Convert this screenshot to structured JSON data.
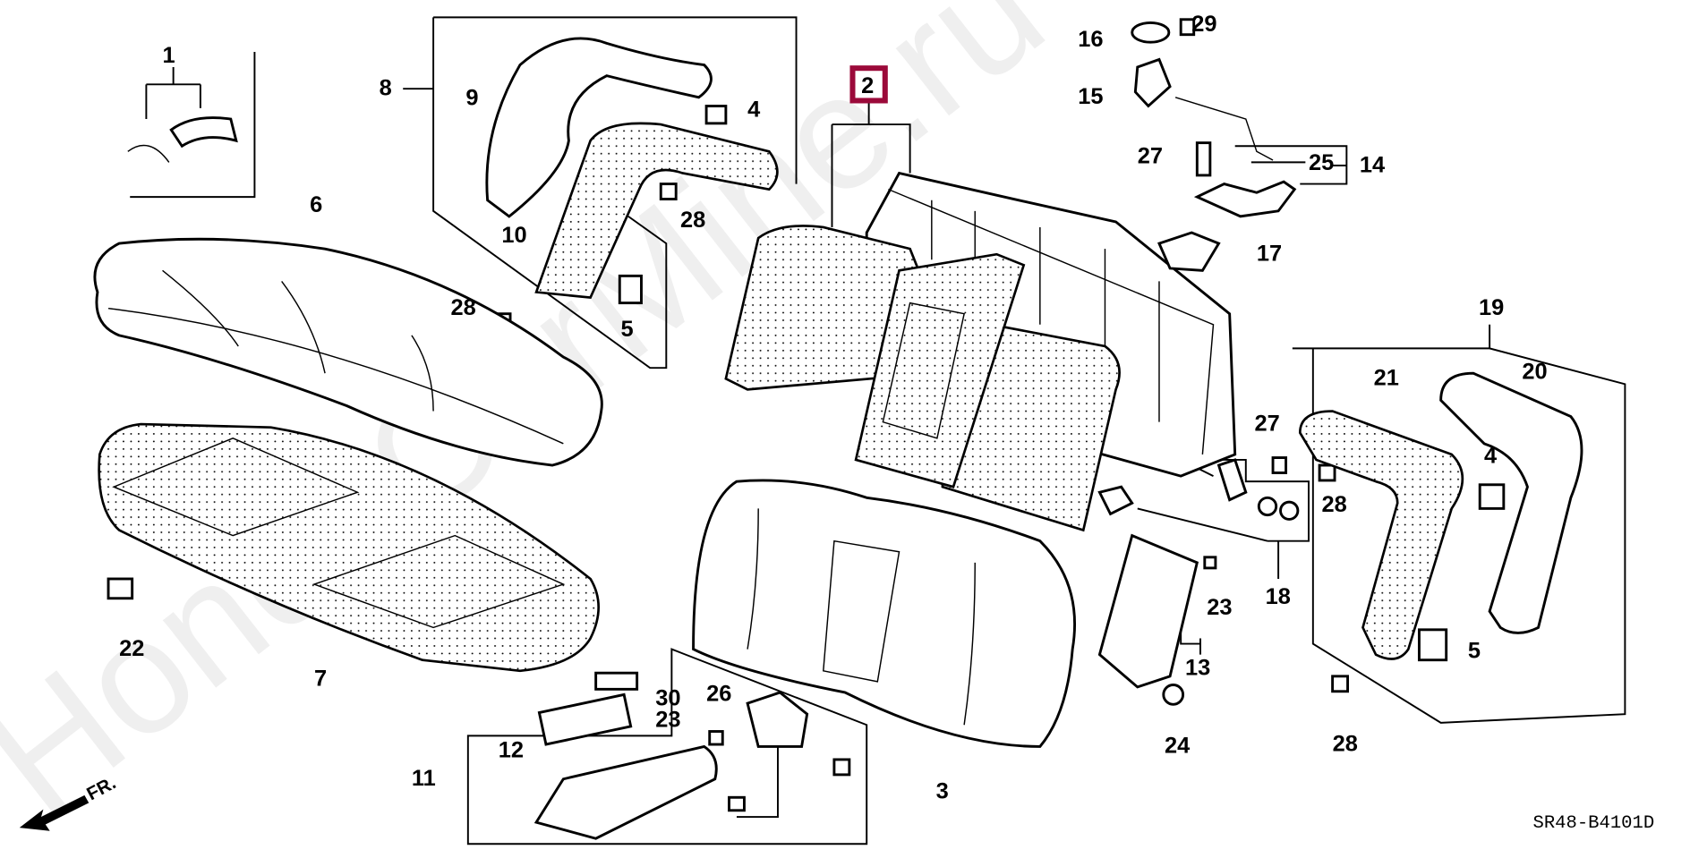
{
  "diagram": {
    "highlight_color": "#9b0a3a",
    "highlighted_part": "2",
    "part_labels": [
      "1",
      "8",
      "9",
      "4",
      "28",
      "10",
      "28",
      "5",
      "6",
      "22",
      "7",
      "16",
      "29",
      "15",
      "27",
      "25",
      "14",
      "17",
      "19",
      "21",
      "20",
      "4",
      "27",
      "28",
      "18",
      "23",
      "13",
      "5",
      "24",
      "28",
      "3",
      "26",
      "30",
      "23",
      "12",
      "11"
    ],
    "direction_label": "FR.",
    "drawing_code": "SR48-B4101D",
    "watermark": "HondaCarMine.ru"
  }
}
